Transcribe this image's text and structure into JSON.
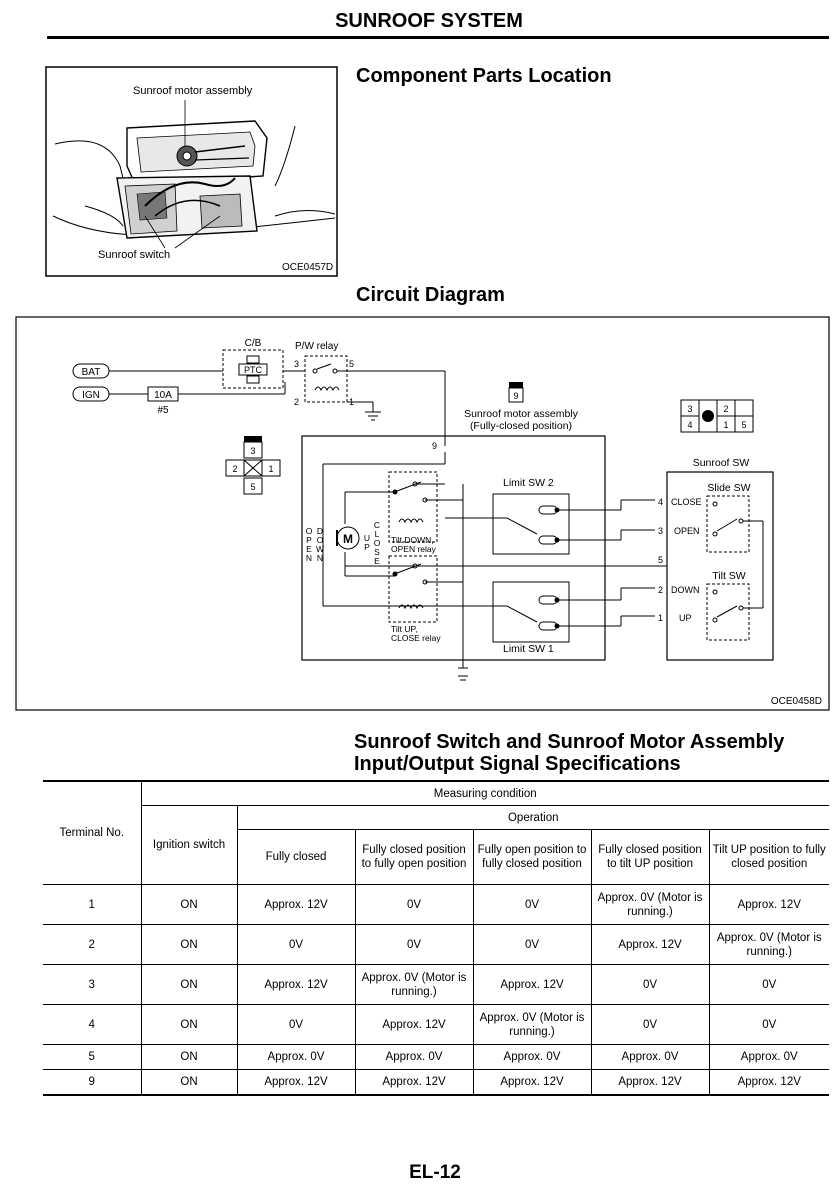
{
  "header": {
    "title": "SUNROOF SYSTEM"
  },
  "components": {
    "heading": "Component Parts Location",
    "label_motor": "Sunroof motor assembly",
    "label_switch": "Sunroof switch",
    "code": "OCE0457D"
  },
  "circuit": {
    "heading": "Circuit Diagram",
    "code": "OCE0458D",
    "bat": "BAT",
    "ign": "IGN",
    "fuse": "10A",
    "fuse_no": "#5",
    "cb": "C/B",
    "ptc": "PTC",
    "pw_relay": "P/W relay",
    "relay_pins": {
      "p3": "3",
      "p5": "5",
      "p2": "2",
      "p1": "1"
    },
    "motor_assy_line1": "Sunroof motor assembly",
    "motor_assy_line2": "(Fully-closed position)",
    "motor_conn": "9",
    "pin9": "9",
    "switch_conn": {
      "c1": "3",
      "c2": "2",
      "c3": "1",
      "c4": "5"
    },
    "sunroof_conn": {
      "a": "3",
      "b": "2",
      "c": "4",
      "d": "1",
      "e": "5"
    },
    "limit_sw2": "Limit SW 2",
    "limit_sw1": "Limit SW 1",
    "tilt_down_line1": "Tilt DOWN,",
    "tilt_down_line2": "OPEN relay",
    "tilt_up_line1": "Tilt UP,",
    "tilt_up_line2": "CLOSE relay",
    "motor_letter": "M",
    "open_down_left": [
      "O",
      "P",
      "E",
      "N"
    ],
    "open_down_right": [
      "D",
      "O",
      "W",
      "N"
    ],
    "up_label": [
      "U",
      "P"
    ],
    "close_label": [
      "C",
      "L",
      "O",
      "S",
      "E"
    ],
    "sunroof_sw": "Sunroof SW",
    "slide_sw": "Slide SW",
    "tilt_sw": "Tilt SW",
    "terminals": {
      "t4": "4",
      "close": "CLOSE",
      "t3": "3",
      "open": "OPEN",
      "t5": "5",
      "t2": "2",
      "down": "DOWN",
      "t1": "1",
      "up": "UP"
    }
  },
  "specs": {
    "heading_line1": "Sunroof Switch and Sunroof Motor Assembly",
    "heading_line2": "Input/Output Signal Specifications",
    "measuring_condition": "Measuring condition",
    "terminal_no": "Terminal No.",
    "ignition_switch": "Ignition switch",
    "operation": "Operation",
    "columns": [
      "Fully closed",
      "Fully closed position to fully open position",
      "Fully open position to fully closed position",
      "Fully closed position to tilt UP position",
      "Tilt UP position to fully closed position"
    ],
    "rows": [
      {
        "terminal": "1",
        "ignition": "ON",
        "values": [
          "Approx. 12V",
          "0V",
          "0V",
          "Approx. 0V (Motor is running.)",
          "Approx. 12V"
        ]
      },
      {
        "terminal": "2",
        "ignition": "ON",
        "values": [
          "0V",
          "0V",
          "0V",
          "Approx. 12V",
          "Approx. 0V (Motor is running.)"
        ]
      },
      {
        "terminal": "3",
        "ignition": "ON",
        "values": [
          "Approx. 12V",
          "Approx. 0V (Motor is running.)",
          "Approx. 12V",
          "0V",
          "0V"
        ]
      },
      {
        "terminal": "4",
        "ignition": "ON",
        "values": [
          "0V",
          "Approx. 12V",
          "Approx. 0V (Motor is running.)",
          "0V",
          "0V"
        ]
      },
      {
        "terminal": "5",
        "ignition": "ON",
        "values": [
          "Approx. 0V",
          "Approx. 0V",
          "Approx. 0V",
          "Approx. 0V",
          "Approx. 0V"
        ]
      },
      {
        "terminal": "9",
        "ignition": "ON",
        "values": [
          "Approx. 12V",
          "Approx. 12V",
          "Approx. 12V",
          "Approx. 12V",
          "Approx. 12V"
        ]
      }
    ]
  },
  "footer": {
    "page_number": "EL-12"
  }
}
